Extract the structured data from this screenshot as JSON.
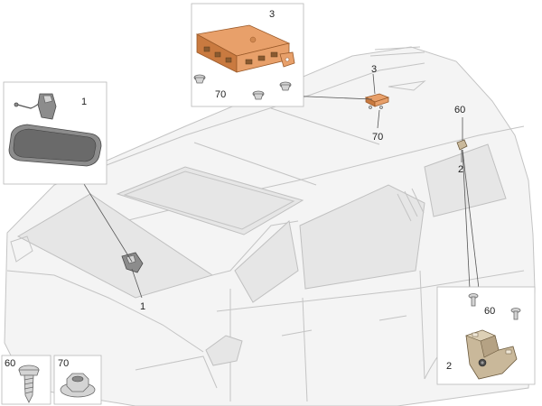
{
  "callouts": {
    "mirror_inset": "1",
    "mirror_car": "1",
    "module_inset": "3",
    "module_car": "3",
    "module_screw_inset": "70",
    "module_screw_car": "70",
    "bracket_screw_car": "60",
    "bracket_car": "2",
    "bracket_screw_inset": "60",
    "bracket_inset": "2",
    "legend_screw": "60",
    "legend_nut": "70"
  },
  "colors": {
    "module": "#e8a06a",
    "mirror": "#8c8c8c",
    "bracket": "#c9b89a",
    "fastener": "#d4d4d4"
  }
}
